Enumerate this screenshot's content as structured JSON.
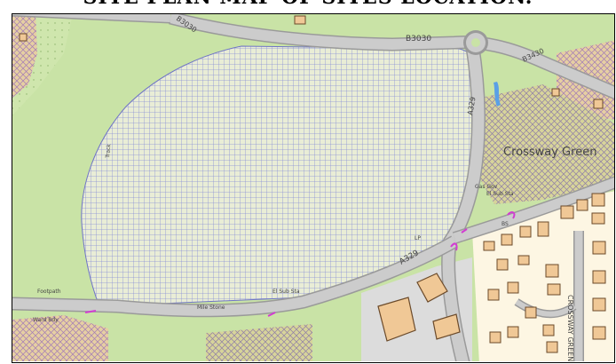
{
  "header": {
    "title": "SITE PLAN MAP OF SITES LOCATION."
  },
  "map": {
    "colors": {
      "field": "#c9e3a6",
      "site_hatch_bg": "#e8ecd0",
      "site_hatch_line": "#8a8fd6",
      "road_fill": "#c9c9c9",
      "road_edge": "#9a9a9a",
      "building": "#f0c896",
      "building_edge": "#6b4a2a",
      "residential": "#fdf6e3",
      "woodland_bg": "#d9d59a",
      "water": "#5aa0e6",
      "magenta": "#d23cd2"
    },
    "labels": {
      "road_top_left": "B3030",
      "road_top": "B3030",
      "road_top_right": "B3430",
      "road_a": "A329",
      "road_bottom": "A329",
      "place_name": "Crossway Green",
      "elsub_1": "El Sub Sta",
      "elsub_2": "El Sub Sta",
      "gas_gov": "Gas Gov",
      "west_track": "Track",
      "path_label": "Mile Stone",
      "street_name": "CROSSWAY GREEN",
      "bottom_left": "Footpath",
      "bottom_left_2": "Ward Bdy",
      "small_lp": "LP",
      "small_bs": "BS"
    },
    "legend_icons": [
      "hatch-pattern",
      "crosshatch-woodland"
    ]
  }
}
